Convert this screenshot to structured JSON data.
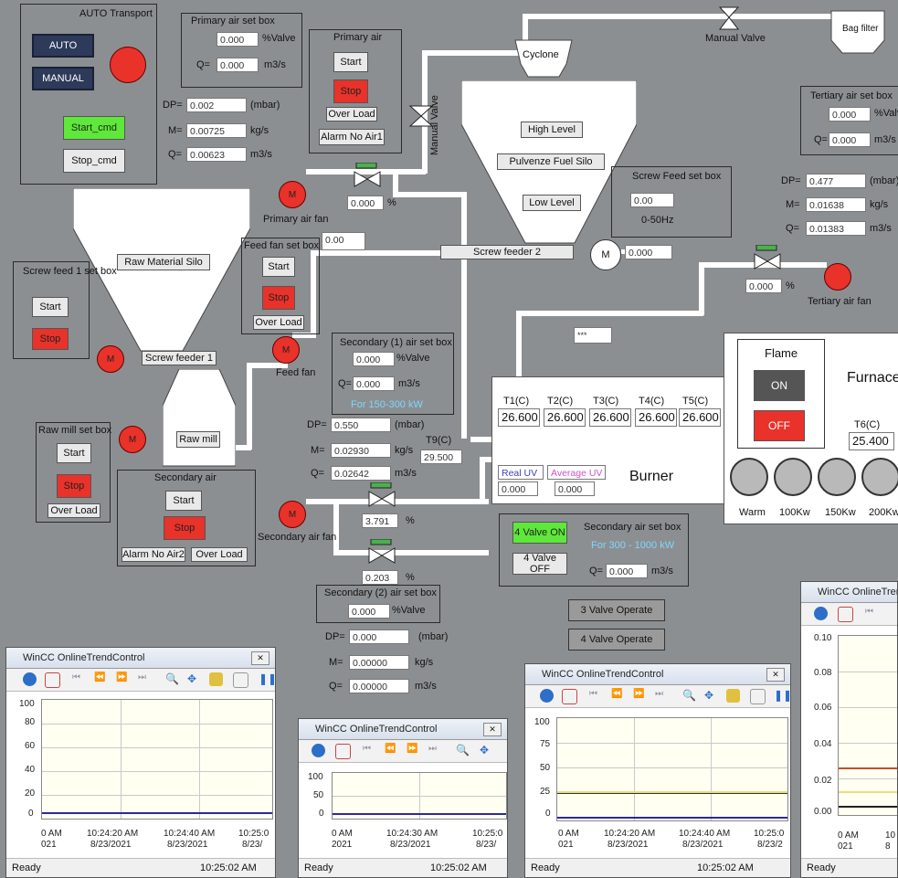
{
  "auto_transport": {
    "title": "AUTO Transport",
    "auto": "AUTO",
    "manual": "MANUAL",
    "start_cmd": "Start_cmd",
    "stop_cmd": "Stop_cmd"
  },
  "primary_air_set": {
    "title": "Primary air set box",
    "valve": "0.000",
    "valve_unit": "%Valve",
    "q_label": "Q=",
    "q": "0.000",
    "q_unit": "m3/s"
  },
  "primary_air": {
    "title": "Primary air",
    "start": "Start",
    "stop": "Stop",
    "overload": "Over Load",
    "alarm": "Alarm No Air1"
  },
  "primary_meas": {
    "dp_label": "DP=",
    "dp": "0.002",
    "dp_unit": "(mbar)",
    "m_label": "M=",
    "m": "0.00725",
    "m_unit": "kg/s",
    "q_label": "Q=",
    "q": "0.00623",
    "q_unit": "m3/s",
    "valve_pct": "0.000",
    "pct": "%",
    "fan": "Primary air fan"
  },
  "cyclone": "Cyclone",
  "manual_valve": "Manual Valve",
  "manual_valve_v": "Manual Valve",
  "bag_filter": "Bag filter",
  "silo": {
    "high": "High Level",
    "name": "Pulvenze Fuel Silo",
    "low": "Low Level"
  },
  "screw_feed": {
    "title": "Screw Feed set box",
    "value": "0.00",
    "range": "0-50Hz",
    "feeder2": "Screw feeder 2",
    "motor_value": "0.000"
  },
  "tertiary_set": {
    "title": "Tertiary air set box",
    "valve": "0.000",
    "valve_unit": "%Valve",
    "q_label": "Q=",
    "q": "0.000",
    "q_unit": "m3/s"
  },
  "tertiary_meas": {
    "dp_label": "DP=",
    "dp": "0.477",
    "dp_unit": "(mbar)",
    "m_label": "M=",
    "m": "0.01638",
    "m_unit": "kg/s",
    "q_label": "Q=",
    "q": "0.01383",
    "q_unit": "m3/s",
    "valve_pct": "0.000",
    "pct": "%",
    "fan": "Tertiary air fan"
  },
  "raw_silo": {
    "name": "Raw Material Silo",
    "feeder1": "Screw feeder 1",
    "raw_mill": "Raw mill"
  },
  "feed_fan_set": {
    "title": "Feed fan set box",
    "value": "0.00",
    "start": "Start",
    "stop": "Stop",
    "overload": "Over Load",
    "fan": "Feed fan"
  },
  "screw_feed1": {
    "title": "Screw feed 1 set box",
    "start": "Start",
    "stop": "Stop"
  },
  "motor_label": "M",
  "secondary1_set": {
    "title": "Secondary (1) air set box",
    "valve": "0.000",
    "valve_unit": "%Valve",
    "q_label": "Q=",
    "q": "0.000",
    "q_unit": "m3/s",
    "range": "For 150-300 kW"
  },
  "secondary_meas": {
    "dp_label": "DP=",
    "dp": "0.550",
    "dp_unit": "(mbar)",
    "m_label": "M=",
    "m": "0.02930",
    "m_unit": "kg/s",
    "q_label": "Q=",
    "q": "0.02642",
    "q_unit": "m3/s",
    "t9_label": "T9(C)",
    "t9": "29.500",
    "v1": "3.791",
    "v2": "0.203",
    "pct": "%",
    "fan": "Secondary air fan"
  },
  "raw_mill_set": {
    "title": "Raw mill set box",
    "start": "Start",
    "stop": "Stop",
    "overload": "Over Load"
  },
  "secondary_air": {
    "title": "Secondary air",
    "start": "Start",
    "stop": "Stop",
    "alarm": "Alarm No Air2",
    "overload": "Over Load"
  },
  "secondary2_set": {
    "title": "Secondary (2) air set box",
    "valve": "0.000",
    "valve_unit": "%Valve",
    "dp_label": "DP=",
    "dp": "0.000",
    "dp_unit": "(mbar)",
    "m_label": "M=",
    "m": "0.00000",
    "m_unit": "kg/s",
    "q_label": "Q=",
    "q": "0.00000",
    "q_unit": "m3/s"
  },
  "stars": "***",
  "burner": {
    "t1l": "T1(C)",
    "t2l": "T2(C)",
    "t3l": "T3(C)",
    "t4l": "T4(C)",
    "t5l": "T5(C)",
    "t1": "26.600",
    "t2": "26.600",
    "t3": "26.600",
    "t4": "26.600",
    "t5": "26.600",
    "real_uv": "Real UV",
    "avg_uv": "Average UV",
    "real_uv_v": "0.000",
    "avg_uv_v": "0.000",
    "name": "Burner"
  },
  "furnace": {
    "flame": "Flame",
    "on": "ON",
    "off": "OFF",
    "name": "Furnace",
    "t6_label": "T6(C)",
    "t6": "25.400",
    "warm": "Warm",
    "k100": "100Kw",
    "k150": "150Kw",
    "k200": "200Kw"
  },
  "valve_set": {
    "v4on": "4 Valve ON",
    "v4off": "4 Valve OFF",
    "title": "Secondary air set box",
    "range": "For 300 - 1000 kW",
    "q_label": "Q=",
    "q": "0.000",
    "q_unit": "m3/s",
    "op3": "3 Valve Operate",
    "op4": "4 Valve Operate"
  },
  "trend1": {
    "title": "WinCC OnlineTrendControl",
    "y": [
      "100",
      "80",
      "60",
      "40",
      "20",
      "0"
    ],
    "x": [
      [
        "0 AM",
        "021"
      ],
      [
        "10:24:20 AM",
        "8/23/2021"
      ],
      [
        "10:24:40 AM",
        "8/23/2021"
      ],
      [
        "10:25:0",
        "8/23/"
      ]
    ],
    "status": "Ready",
    "time": "10:25:02 AM"
  },
  "trend2": {
    "title": "WinCC OnlineTrendControl",
    "y": [
      "100",
      "50",
      "0"
    ],
    "x": [
      [
        "0 AM",
        "2021"
      ],
      [
        "10:24:30 AM",
        "8/23/2021"
      ],
      [
        "10:25:0",
        "8/23/"
      ]
    ],
    "status": "Ready",
    "time": "10:25:02 AM"
  },
  "trend3": {
    "title": "WinCC OnlineTrendControl",
    "y": [
      "100",
      "75",
      "50",
      "25",
      "0"
    ],
    "x": [
      [
        "0 AM",
        "021"
      ],
      [
        "10:24:20 AM",
        "8/23/2021"
      ],
      [
        "10:24:40 AM",
        "8/23/2021"
      ],
      [
        "10:25:0",
        "8/23/2"
      ]
    ],
    "status": "Ready",
    "time": "10:25:02 AM"
  },
  "trend4": {
    "title": "WinCC OnlineTrend",
    "y": [
      "0.10",
      "0.08",
      "0.06",
      "0.04",
      "0.02",
      "0.00"
    ],
    "x": [
      [
        "0 AM",
        "021"
      ],
      [
        "10",
        "8"
      ]
    ],
    "status": "Ready"
  },
  "colors": {
    "background": "#8c8f91",
    "motor_red": "#e8322a",
    "button_green": "#5ee83a",
    "navy": "#2e3a5a"
  }
}
